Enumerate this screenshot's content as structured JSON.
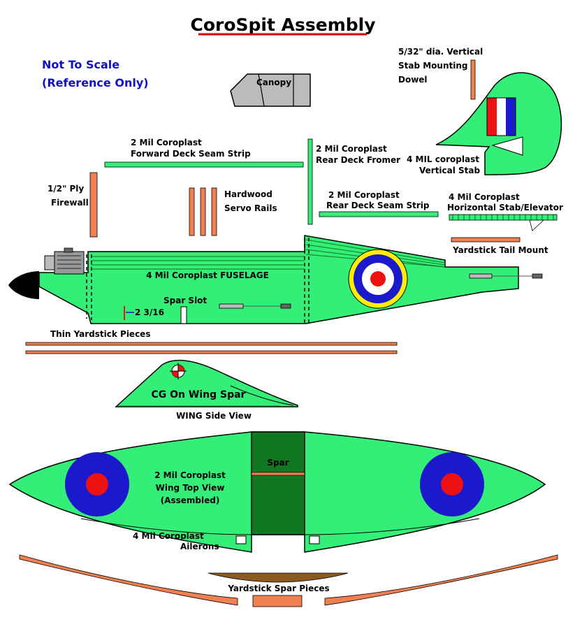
{
  "title": "CoroSpit Assembly",
  "note": {
    "line1": "Not To Scale",
    "line2": "(Reference Only)"
  },
  "labels": {
    "canopy": "Canopy",
    "dowel": {
      "line1": "5/32\" dia. Vertical",
      "line2": "Stab Mounting",
      "line3": "Dowel"
    },
    "fwd_strip": {
      "line1": "2 Mil Coroplast",
      "line2": "Forward Deck Seam Strip"
    },
    "rear_former": {
      "line1": "2 Mil Coroplast",
      "line2": "Rear Deck Fromer"
    },
    "vstab": {
      "line1": "4 MIL coroplast",
      "line2": "Vertical Stab"
    },
    "firewall": {
      "line1": "1/2\" Ply",
      "line2": "Firewall"
    },
    "servo_rails": {
      "line1": "Hardwood",
      "line2": "Servo Rails"
    },
    "rear_strip": {
      "line1": "2 Mil Coroplast",
      "line2": "Rear Deck Seam Strip"
    },
    "hstab": {
      "line1": "4 Mil Coroplast",
      "line2": "Horizontal Stab/Elevator"
    },
    "tail_mount": "Yardstick Tail Mount",
    "fuselage": "4 Mil Coroplast FUSELAGE",
    "spar_slot": "Spar Slot",
    "spar_dim": "2 3/16",
    "thin_yard": "Thin Yardstick Pieces",
    "cg": "CG On Wing Spar",
    "wing_side": "WING Side View",
    "spar": "Spar",
    "wing_top": {
      "line1": "2 Mil Coroplast",
      "line2": "Wing Top View",
      "line3": "(Assembled)"
    },
    "ailerons": {
      "line1": "4 Mil Coroplast",
      "line2": "Ailerons"
    },
    "spar_pieces": "Yardstick Spar Pieces"
  },
  "colors": {
    "coroplast_green": "#33ee77",
    "spar_dark_green": "#117722",
    "wood_orange": "#f08050",
    "roundel_blue": "#1a1acc",
    "roundel_red": "#ee1111",
    "roundel_yellow": "#ffee00",
    "canopy_gray": "#bbbbbb",
    "title_underline": "#dd0000"
  }
}
